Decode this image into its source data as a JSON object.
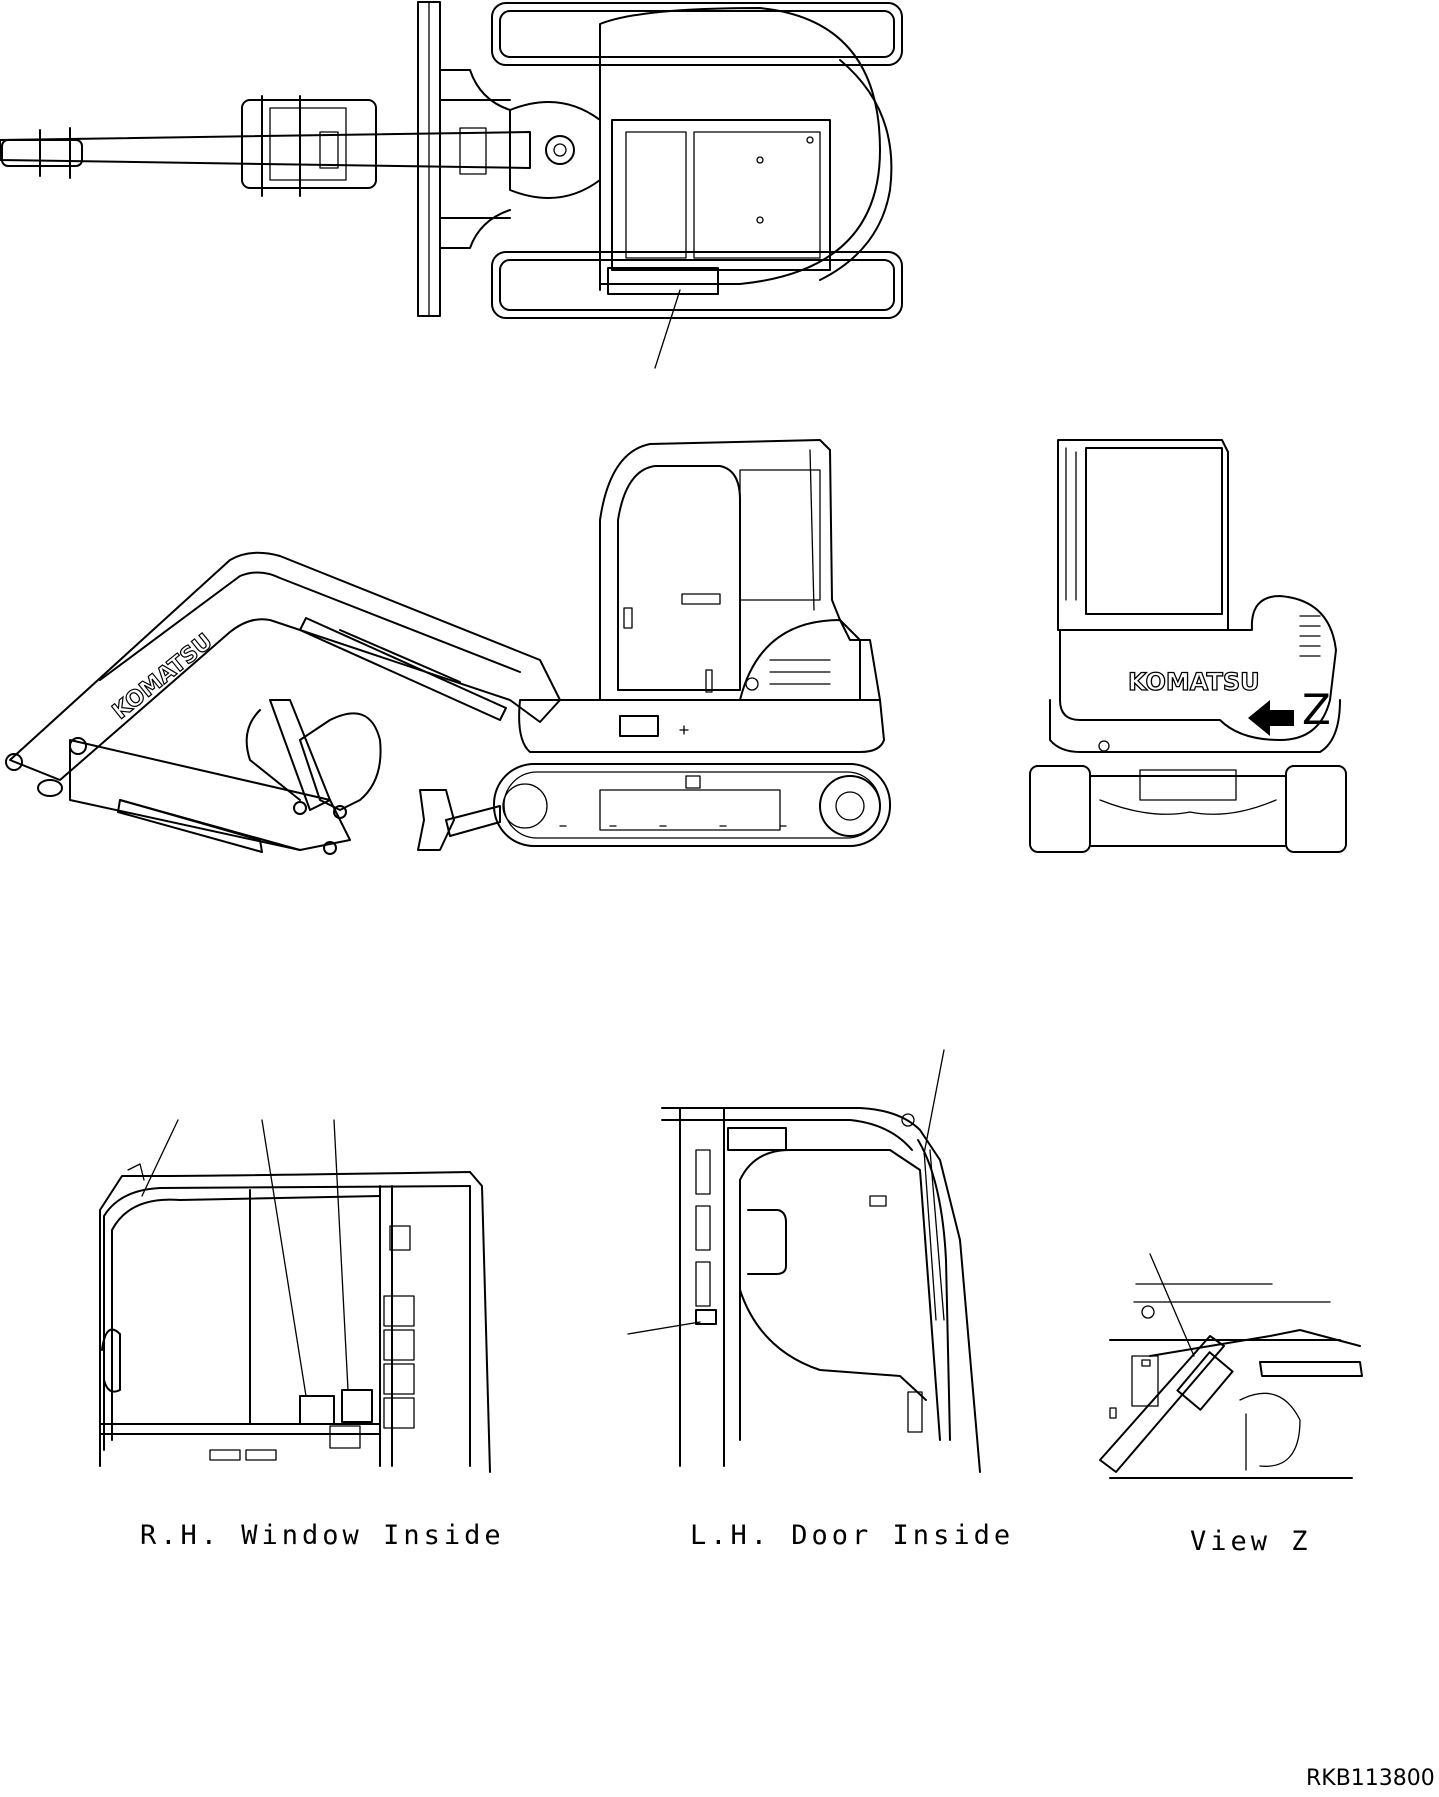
{
  "captions": {
    "rh_window_inside": "R.H. Window Inside",
    "lh_door_inside": "L.H. Door Inside",
    "view_z": "View Z"
  },
  "view_marker": "Z",
  "logo_text": "KOMATSU",
  "drawing_code": "RKB113800"
}
